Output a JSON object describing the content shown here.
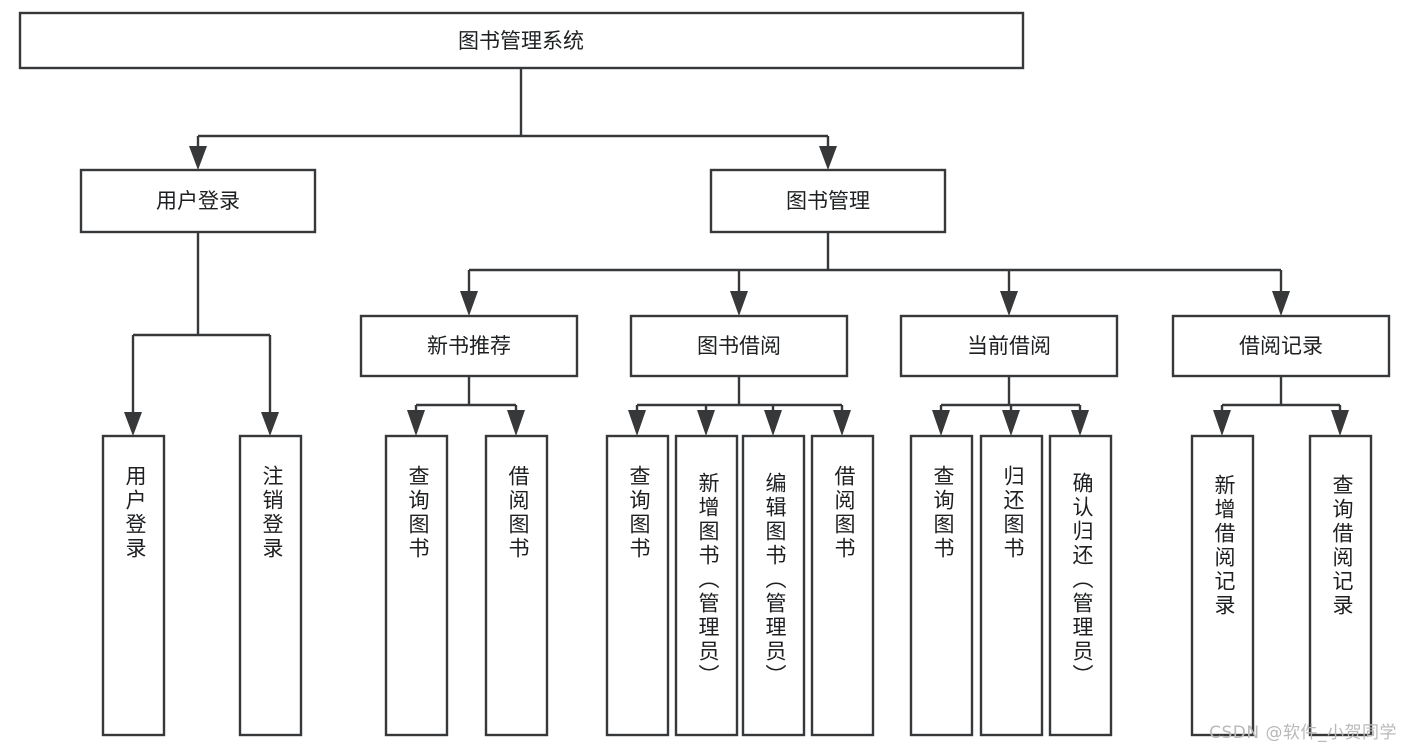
{
  "diagram": {
    "type": "tree-hierarchy",
    "title": "图书管理系统",
    "watermark": "CSDN @软件_小贺同学",
    "colors": {
      "background": "#ffffff",
      "box_fill": "#ffffff",
      "box_stroke": "#36383a",
      "text": "#1d1f21",
      "watermark": "#b9b9b9"
    },
    "root": {
      "label": "图书管理系统",
      "orientation": "horizontal"
    },
    "level2": [
      {
        "label": "用户登录",
        "orientation": "horizontal"
      },
      {
        "label": "图书管理",
        "orientation": "horizontal"
      }
    ],
    "level3": [
      {
        "label": "新书推荐",
        "orientation": "horizontal",
        "parent": "图书管理"
      },
      {
        "label": "图书借阅",
        "orientation": "horizontal",
        "parent": "图书管理"
      },
      {
        "label": "当前借阅",
        "orientation": "horizontal",
        "parent": "图书管理"
      },
      {
        "label": "借阅记录",
        "orientation": "horizontal",
        "parent": "图书管理"
      }
    ],
    "leaves": {
      "用户登录": [
        {
          "label": "用户登录",
          "orientation": "vertical"
        },
        {
          "label": "注销登录",
          "orientation": "vertical"
        }
      ],
      "新书推荐": [
        {
          "label": "查询图书",
          "orientation": "vertical"
        },
        {
          "label": "借阅图书",
          "orientation": "vertical"
        }
      ],
      "图书借阅": [
        {
          "label": "查询图书",
          "orientation": "vertical"
        },
        {
          "label": "新增图书（管理员）",
          "orientation": "vertical"
        },
        {
          "label": "编辑图书（管理员）",
          "orientation": "vertical"
        },
        {
          "label": "借阅图书",
          "orientation": "vertical"
        }
      ],
      "当前借阅": [
        {
          "label": "查询图书",
          "orientation": "vertical"
        },
        {
          "label": "归还图书",
          "orientation": "vertical"
        },
        {
          "label": "确认归还（管理员）",
          "orientation": "vertical"
        }
      ],
      "借阅记录": [
        {
          "label": "新增借阅记录",
          "orientation": "vertical"
        },
        {
          "label": "查询借阅记录",
          "orientation": "vertical"
        }
      ]
    },
    "node_text": {
      "root": "图书管理系统",
      "user_login": "用户登录",
      "book_manage": "图书管理",
      "new_book_rec": "新书推荐",
      "book_borrow": "图书借阅",
      "current_borrow": "当前借阅",
      "borrow_record": "借阅记录",
      "leaf_user_login": "用户登录",
      "leaf_logout": "注销登录",
      "leaf_query_book_a": "查询图书",
      "leaf_borrow_book_a": "借阅图书",
      "leaf_query_book_b": "查询图书",
      "leaf_add_book": "新增图书（管理员）",
      "leaf_edit_book": "编辑图书（管理员）",
      "leaf_borrow_book_b": "借阅图书",
      "leaf_query_book_c": "查询图书",
      "leaf_return_book": "归还图书",
      "leaf_confirm_return": "确认归还（管理员）",
      "leaf_add_record": "新增借阅记录",
      "leaf_query_record": "查询借阅记录"
    }
  }
}
